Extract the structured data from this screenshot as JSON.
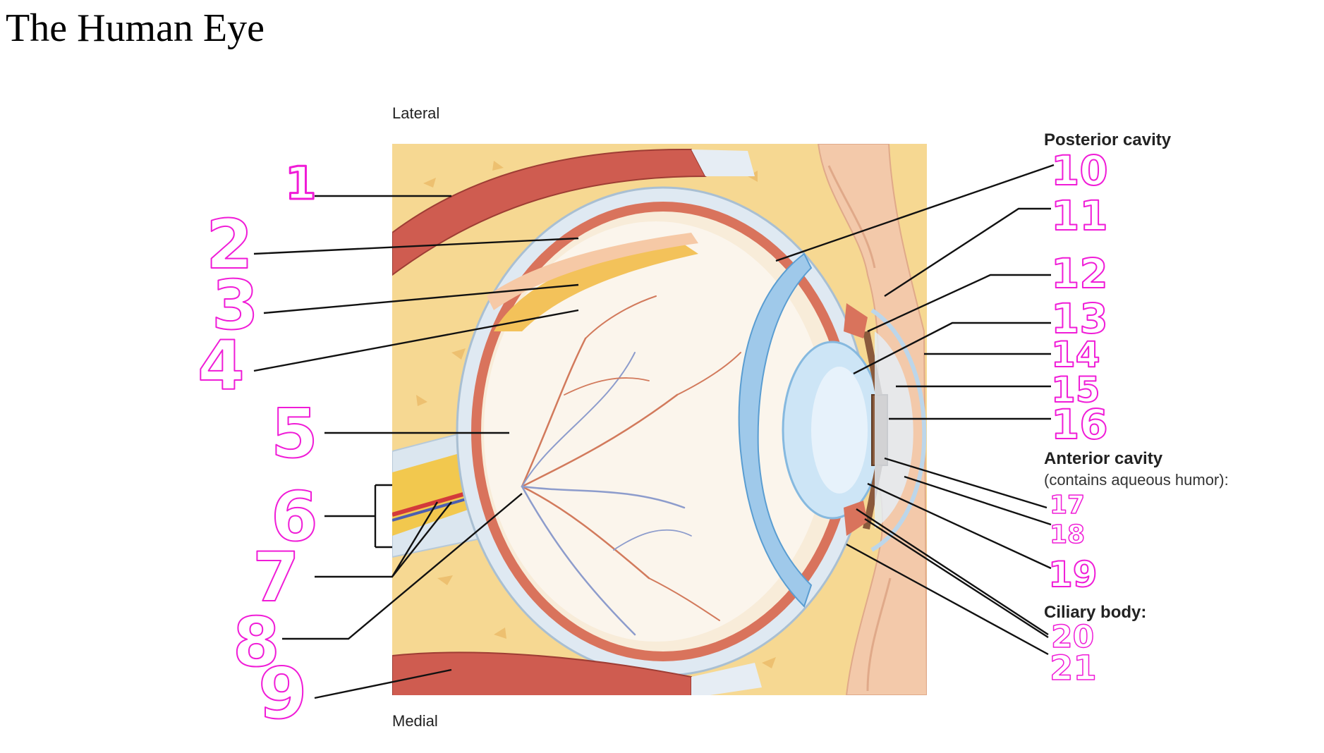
{
  "title": "The Human Eye",
  "orientation": {
    "top": "Lateral",
    "bottom": "Medial"
  },
  "groups": {
    "posterior": "Posterior cavity",
    "anterior": "Anterior cavity",
    "anterior_note": "(contains aqueous humor):",
    "ciliary": "Ciliary body:"
  },
  "numbers": [
    "1",
    "2",
    "3",
    "4",
    "5",
    "6",
    "7",
    "8",
    "9",
    "10",
    "11",
    "12",
    "13",
    "14",
    "15",
    "16",
    "17",
    "18",
    "19",
    "20",
    "21"
  ],
  "colors": {
    "handwriting": "#f01cd7",
    "fat": "#f5d48a",
    "muscle": "#c9524b",
    "sclera": "#dde7f0",
    "choroid": "#d9745d",
    "retina": "#fbf3e6",
    "lens": "#cfe7f7",
    "iris": "#8a5a3c",
    "skin": "#f2c7a8"
  }
}
